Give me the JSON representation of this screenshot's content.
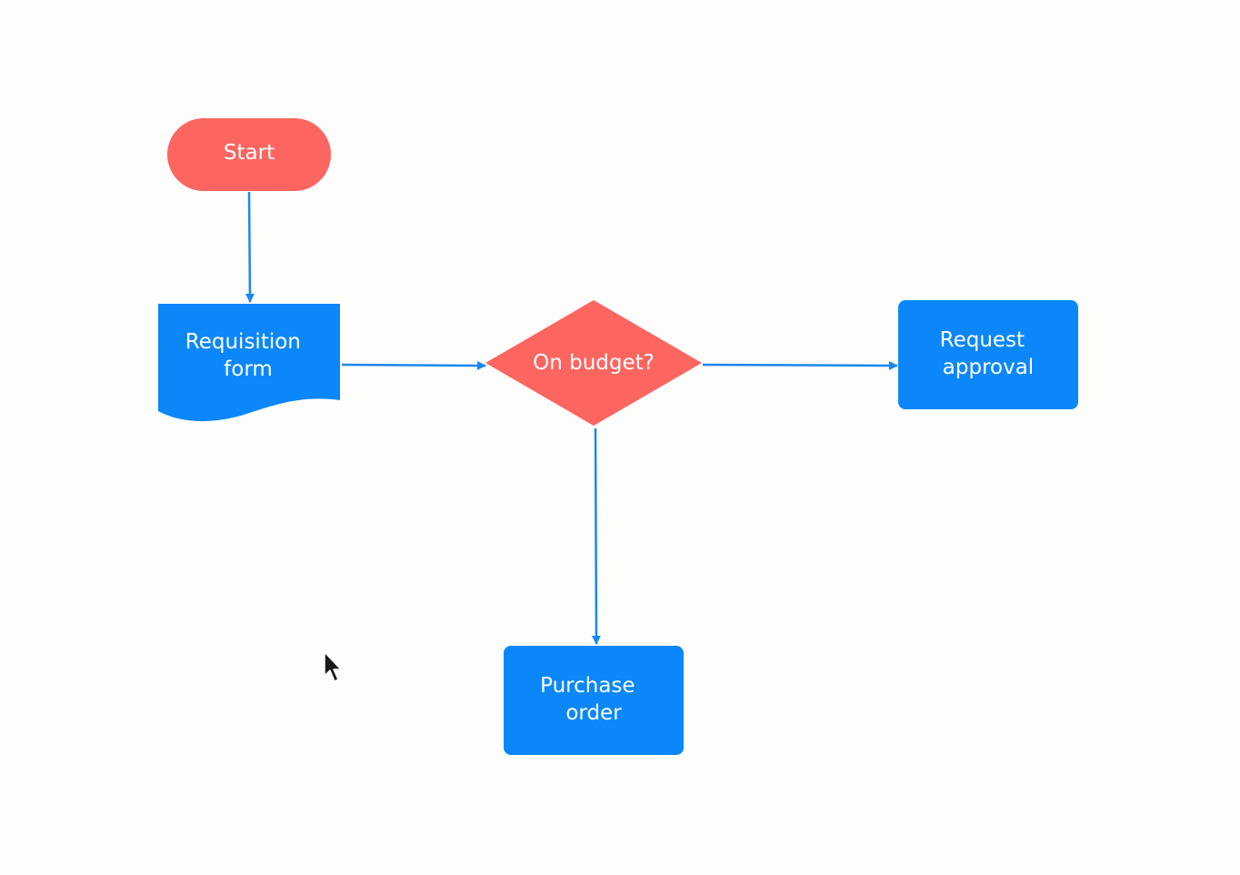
{
  "colors": {
    "canvas_bg": "#fdfdfc",
    "terminal_fill": "#fc6560",
    "decision_fill": "#fc6560",
    "process_fill": "#0b87fa",
    "connector": "#1a88ee",
    "label_text": "#ffffff"
  },
  "nodes": {
    "start": {
      "shape": "terminal",
      "lines": [
        "Start"
      ]
    },
    "requisition": {
      "shape": "document",
      "lines": [
        "Requisition",
        "form"
      ]
    },
    "decision": {
      "shape": "decision",
      "lines": [
        "On budget?"
      ]
    },
    "approval": {
      "shape": "process",
      "lines": [
        "Request",
        "approval"
      ]
    },
    "purchase": {
      "shape": "process",
      "lines": [
        "Purchase",
        "order"
      ]
    }
  },
  "edges": [
    {
      "from": "start",
      "to": "requisition"
    },
    {
      "from": "requisition",
      "to": "decision"
    },
    {
      "from": "decision",
      "to": "approval"
    },
    {
      "from": "decision",
      "to": "purchase"
    }
  ],
  "cursor": {
    "icon": "mouse-pointer-icon"
  }
}
